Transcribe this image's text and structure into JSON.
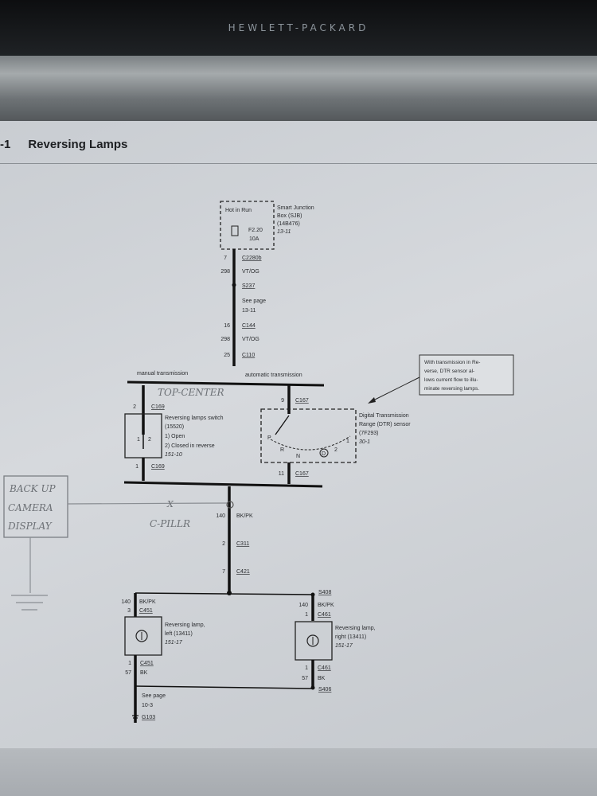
{
  "brand": "HEWLETT-PACKARD",
  "page": {
    "number": "-1",
    "title": "Reversing Lamps"
  },
  "sjb": {
    "box_label": "Hot in Run",
    "fuse": "F2.20",
    "rating": "10A",
    "name_line1": "Smart Junction",
    "name_line2": "Box (SJB)",
    "part": "(14B476)",
    "page_ref": "13-11"
  },
  "upper_wire": {
    "c2280b_pin": "7",
    "c2280b": "C2280b",
    "circuit1": "298",
    "color1": "VT/OG",
    "splice": "S237",
    "see_page": "See page",
    "see_page_ref": "13-11",
    "c144_pin": "16",
    "c144": "C144",
    "circuit2": "298",
    "color2": "VT/OG",
    "c110_pin": "25",
    "c110": "C110"
  },
  "trans_labels": {
    "manual": "manual transmission",
    "automatic": "automatic transmission"
  },
  "note": {
    "line1": "With transmission in Re-",
    "line2": "verse, DTR sensor al-",
    "line3": "lows current flow to illu-",
    "line4": "minate reversing lamps."
  },
  "switch": {
    "top_pin": "2",
    "top_conn": "C169",
    "name": "Reversing lamps switch",
    "part": "(15520)",
    "state1": "1)  Open",
    "state2": "2)  Closed in reverse",
    "page_ref": "151-10",
    "pos1": "1",
    "pos2": "2",
    "bottom_pin": "1",
    "bottom_conn": "C169"
  },
  "dtr": {
    "top_pin": "9",
    "top_conn": "C167",
    "name_line1": "Digital Transmission",
    "name_line2": "Range (DTR) sensor",
    "part": "(7F293)",
    "page_ref": "30-1",
    "pos_p": "P",
    "pos_r": "R",
    "pos_n": "N",
    "pos_d": "D",
    "pos_2": "2",
    "pos_1": "1",
    "bottom_pin": "11",
    "bottom_conn": "C167"
  },
  "lower_wire": {
    "circuit": "140",
    "color": "BK/PK",
    "c311_pin": "2",
    "c311": "C311",
    "c421_pin": "7",
    "c421": "C421"
  },
  "lamp_left": {
    "circuit": "140",
    "color": "BK/PK",
    "top_pin": "3",
    "top_conn": "C451",
    "name_line1": "Reversing lamp,",
    "name_line2": "left (13411)",
    "page_ref": "151-17",
    "bottom_pin": "1",
    "bottom_conn": "C451",
    "gnd_circuit": "57",
    "gnd_color": "BK"
  },
  "lamp_right": {
    "splice_top": "S408",
    "circuit": "140",
    "color": "BK/PK",
    "top_pin": "1",
    "top_conn": "C461",
    "name_line1": "Reversing lamp,",
    "name_line2": "right (13411)",
    "page_ref": "151-17",
    "bottom_pin": "1",
    "bottom_conn": "C461",
    "gnd_circuit": "57",
    "gnd_color": "BK",
    "splice_bottom": "S406"
  },
  "ground": {
    "see_page": "See page",
    "see_page_ref": "10-3",
    "conn": "G103"
  },
  "handwriting": {
    "top_center": "TOP-CENTER",
    "camera_line1": "BACK UP",
    "camera_line2": "CAMERA",
    "camera_line3": "DISPLAY",
    "mark": "X",
    "c_pillar": "C-PILLR"
  }
}
